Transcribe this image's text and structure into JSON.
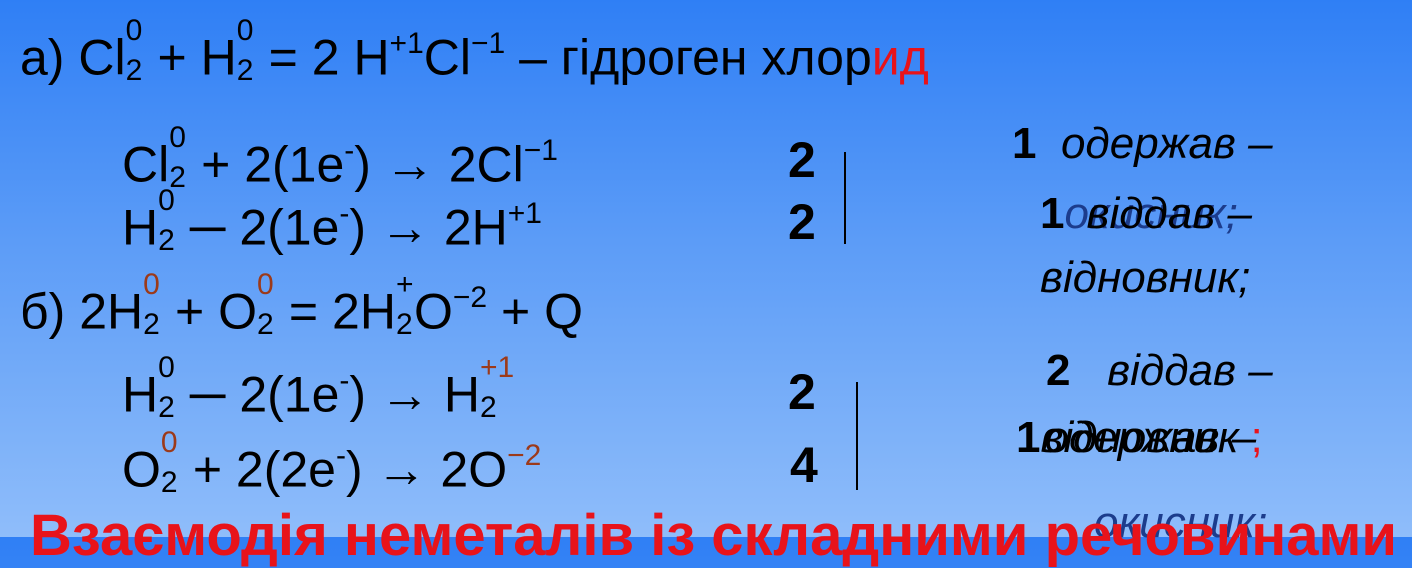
{
  "line_a": {
    "label": "а)",
    "t1": "Cl",
    "t2": "+ H",
    "t3": "=",
    "t4": "2",
    "t5": "H",
    "sup1": "+1",
    "t6": "Cl",
    "sup2": "−1",
    "t7": "– гідроген хлор",
    "t8": "ид",
    "zero": "0",
    "two": "2"
  },
  "half_a1": {
    "t1": "Cl",
    "t2": "+ 2(1e",
    "minus": "-",
    "t3": ") → 2Cl",
    "sup": "−1",
    "coef": "2"
  },
  "half_a2": {
    "t1": "H",
    "t2": "─ 2(1e",
    "minus": "-",
    "t3": ") → 2H",
    "sup": "+1",
    "coef": "2"
  },
  "line_b": {
    "label": "б)",
    "t1": "2H",
    "t2": "+ O",
    "t3": "=",
    "t4": "2H",
    "sup1": "+",
    "t5": "O",
    "sup2": "−2",
    "t6": "+ Q"
  },
  "half_b1": {
    "t1": "H",
    "t2": "─ 2(1e",
    "minus": "-",
    "t3": ") → H",
    "sup": "+1",
    "coef": "2"
  },
  "half_b2": {
    "t1": "O",
    "t2": "+ 2(2e",
    "minus": "-",
    "t3": ") → 2O",
    "sup": "−2",
    "coef": "4"
  },
  "notes": {
    "n1_num": "1",
    "n1_text": "одержав –",
    "n2_num": "1",
    "n2_over": "окисник;",
    "n2_text": "віддав –",
    "n3_text": "відновник;",
    "n4_num": "2",
    "n4_text": "віддав –",
    "n5_num": "1",
    "n5_over": "відновник",
    "n5_text": "одержав –",
    "n5_semi": ";",
    "n6_text": "окисник;"
  },
  "heading": "Взаємодія неметалів із складними речовинами"
}
